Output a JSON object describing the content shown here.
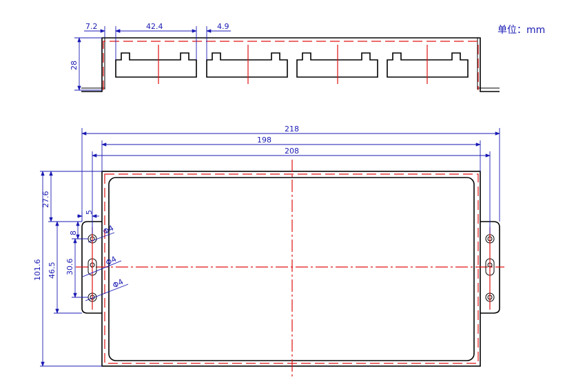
{
  "unit_label": "单位：mm",
  "top_view": {
    "dim_7_2": "7.2",
    "dim_42_4": "42.4",
    "dim_4_9": "4.9",
    "dim_28": "28"
  },
  "front_view": {
    "dim_218": "218",
    "dim_198": "198",
    "dim_208": "208",
    "dim_27_6": "27.6",
    "dim_5": "5",
    "dim_8": "8",
    "dim_30_6": "30.6",
    "dim_46_5": "46.5",
    "dim_101_6": "101.6",
    "hole_1": "Φ4",
    "hole_2": "Φ4",
    "hole_3": "Φ4"
  },
  "colors": {
    "dimension": "#1a1ab4",
    "centerline": "#e01010",
    "outline": "#000000"
  }
}
